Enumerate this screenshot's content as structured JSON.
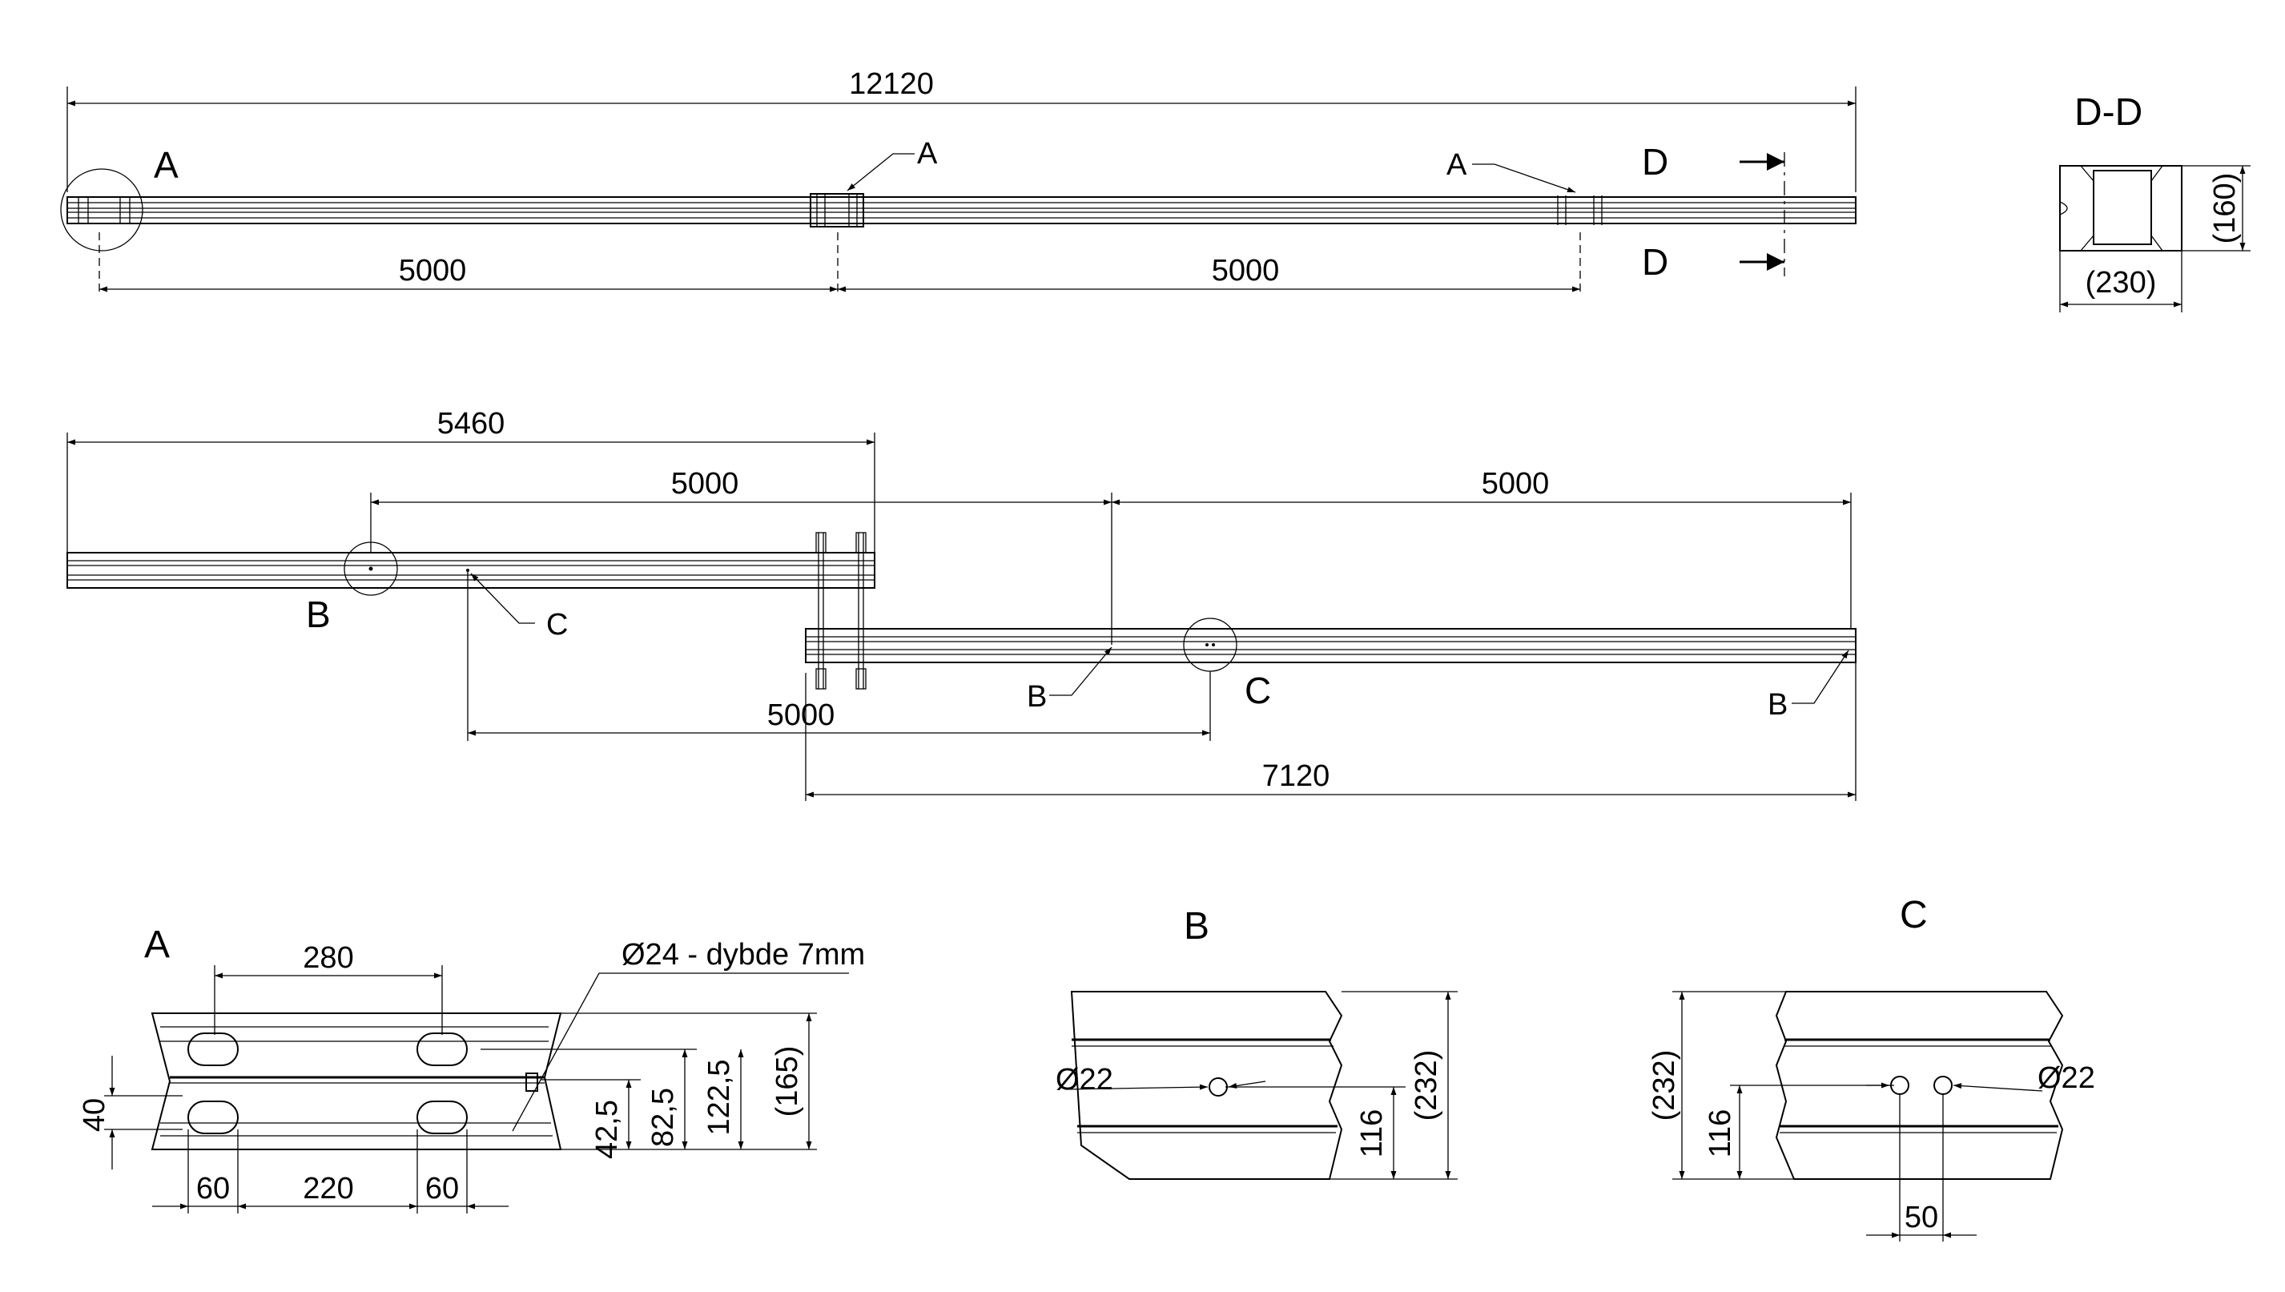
{
  "colors": {
    "line": "#000000",
    "background": "#ffffff"
  },
  "view_top": {
    "overall": "12120",
    "span_left": "5000",
    "span_right": "5000",
    "callout_a_left": "A",
    "callout_a_mid": "A",
    "callout_a_right": "A",
    "section_mark_top": "D",
    "section_mark_bottom": "D"
  },
  "section_dd": {
    "title": "D-D",
    "height": "(160)",
    "width": "(230)"
  },
  "view_middle": {
    "upper_length": "5460",
    "span_upper": "5000",
    "span_lower": "5000",
    "span_bottom": "5000",
    "lower_length": "7120",
    "detail_b": "B",
    "callout_c": "C",
    "callout_b_mid": "B",
    "detail_c": "C",
    "callout_b_right": "B"
  },
  "detail_a": {
    "title": "A",
    "spacing_top": "280",
    "hole_note": "Ø24 - dybde 7mm",
    "dim_40": "40",
    "dim_42_5": "42,5",
    "dim_82_5": "82,5",
    "dim_122_5": "122,5",
    "dim_165": "(165)",
    "dim_60_left": "60",
    "dim_220": "220",
    "dim_60_right": "60"
  },
  "detail_b": {
    "title": "B",
    "hole": "Ø22",
    "dim_116": "116",
    "dim_232": "(232)"
  },
  "detail_c": {
    "title": "C",
    "hole": "Ø22",
    "dim_116": "116",
    "dim_232": "(232)",
    "dim_50": "50"
  }
}
